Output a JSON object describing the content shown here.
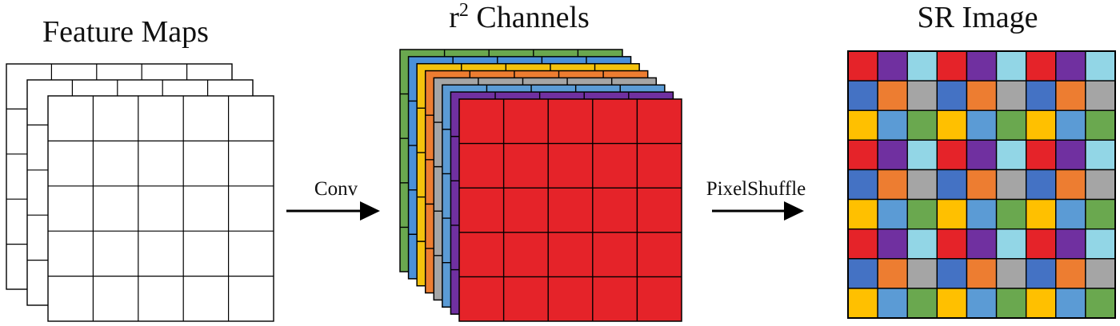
{
  "titles": {
    "feature_maps": "Feature Maps",
    "channels_base": "r",
    "channels_exp": "2",
    "channels_rest": " Channels",
    "sr_image": "SR Image"
  },
  "arrows": {
    "conv_label": "Conv",
    "pixelshuffle_label": "PixelShuffle"
  },
  "feature_maps": {
    "count": 3,
    "rows": 5,
    "cols": 5
  },
  "channels": {
    "grid": {
      "rows": 5,
      "cols": 5
    },
    "stack_colors": [
      "#6aa84f",
      "#4a90d9",
      "#f4c20d",
      "#ed7d31",
      "#a5a5a5",
      "#5b9bd5",
      "#7030a0",
      "#e52329"
    ]
  },
  "sr_image": {
    "rows": 9,
    "cols": 9,
    "tile_colors": [
      [
        "#e52329",
        "#7030a0",
        "#92d6e6"
      ],
      [
        "#4472c4",
        "#ed7d31",
        "#a5a5a5"
      ],
      [
        "#ffc000",
        "#5b9bd5",
        "#6aa84f"
      ]
    ]
  }
}
